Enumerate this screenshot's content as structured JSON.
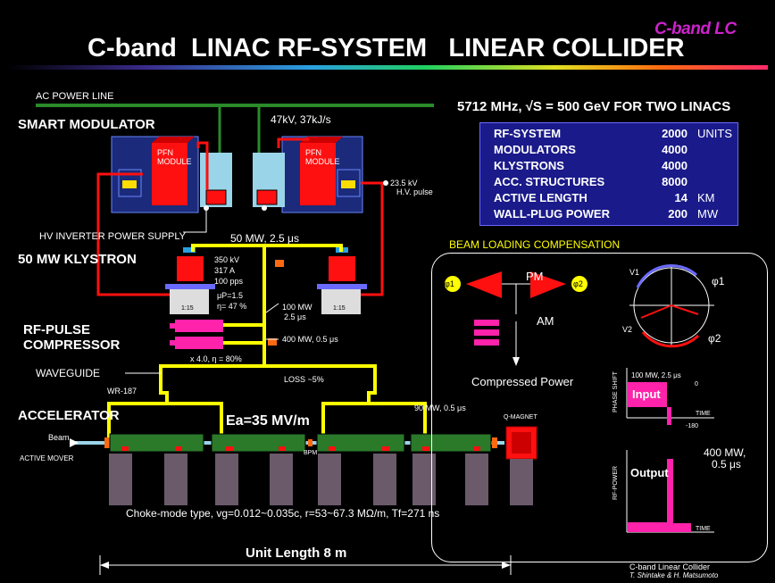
{
  "brand": "C-band LC",
  "title": "C-band  LINAC RF-SYSTEM   LINEAR COLLIDER",
  "labels": {
    "ac_power_line": "AC POWER LINE",
    "smart_modulator": "SMART MODULATOR",
    "kv_rate": "47kV, 37kJ/s",
    "pfn_module": "PFN MODULE",
    "hv_pulse_1": "23.5 kV",
    "hv_pulse_2": "H.V. pulse",
    "hv_inverter": "HV INVERTER POWER SUPPLY",
    "klystron": "50 MW KLYSTRON",
    "klystron_spec_1": "350 kV",
    "klystron_spec_2": "317 A",
    "klystron_spec_3": "100 pps",
    "perveance": "μP=1.5",
    "efficiency": "η= 47 %",
    "ratio": "1:15",
    "power_50": "50 MW, 2.5 μs",
    "power_100_1": "100 MW",
    "power_100_2": "2.5 μs",
    "power_400": "400 MW, 0.5 μs",
    "rf_pulse_1": "RF-PULSE",
    "rf_pulse_2": "COMPRESSOR",
    "compression": "x 4.0, η = 80%",
    "waveguide": "WAVEGUIDE",
    "wr187": "WR-187",
    "loss": "LOSS ~5%",
    "accelerator": "ACCELERATOR",
    "ea": "Ea=35 MV/m",
    "power_90": "90 MW, 0.5 μs",
    "qmagnet": "Q-MAGNET",
    "beam": "Beam",
    "active_mover": "ACTIVE MOVER",
    "bpm": "BPM",
    "choke": "Choke-mode type, vg=0.012~0.035c, r=53~67.3 MΩ/m, Tf=271 ns",
    "unit_length": "Unit Length 8 m",
    "credit_1": "C-band Linear Collider",
    "credit_2": "T. Shintake & H. Matsumoto"
  },
  "spec_header": "5712 MHz,  √S = 500 GeV FOR TWO LINACS",
  "spec_table": [
    {
      "name": "RF-SYSTEM",
      "value": "2000",
      "unit": "UNITS"
    },
    {
      "name": "MODULATORS",
      "value": "4000",
      "unit": ""
    },
    {
      "name": "KLYSTRONS",
      "value": "4000",
      "unit": ""
    },
    {
      "name": "ACC. STRUCTURES",
      "value": "8000",
      "unit": ""
    },
    {
      "name": "ACTIVE LENGTH",
      "value": "14",
      "unit": "KM"
    },
    {
      "name": "WALL-PLUG POWER",
      "value": "200",
      "unit": "MW"
    }
  ],
  "blc": {
    "title": "BEAM LOADING COMPENSATION",
    "phi1": "φ1",
    "phi2": "φ2",
    "pm": "PM",
    "am": "AM",
    "v1": "V1",
    "v2": "V2",
    "compressed": "Compressed Power",
    "phase_shift": "PHASE SHIFT",
    "rf_power": "RF-POWER",
    "input": "Input",
    "output": "Output",
    "time": "TIME",
    "zero": "0",
    "minus180": "-180",
    "in_pulse": "100 MW, 2.5 μs",
    "out_pulse_1": "400 MW,",
    "out_pulse_2": "0.5 μs"
  },
  "colors": {
    "waveguide": "#ffff00",
    "ac_line": "#2a8a2a",
    "red_cable": "#ff0000",
    "magenta": "#ff22aa",
    "table_bg": "#1a1a8a",
    "accelerator": "#2a7a2a"
  }
}
